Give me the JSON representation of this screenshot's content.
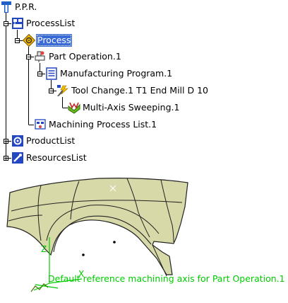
{
  "tree": {
    "root": {
      "label": "P.P.R.",
      "icon": "ppr-root-icon"
    },
    "process_list": {
      "label": "ProcessList",
      "icon": "process-list-icon"
    },
    "process": {
      "label": "Process",
      "icon": "process-icon",
      "selected": true
    },
    "part_operation": {
      "label": "Part Operation.1",
      "icon": "part-operation-icon"
    },
    "manufacturing_program": {
      "label": "Manufacturing Program.1",
      "icon": "manufacturing-program-icon"
    },
    "tool_change": {
      "label": "Tool Change.1  T1 End Mill D 10",
      "icon": "tool-change-icon"
    },
    "multi_axis_sweeping": {
      "label": "Multi-Axis Sweeping.1",
      "icon": "multi-axis-sweeping-icon"
    },
    "machining_process_list": {
      "label": "Machining Process List.1",
      "icon": "machining-process-list-icon"
    },
    "product_list": {
      "label": "ProductList",
      "icon": "product-list-icon"
    },
    "resources_list": {
      "label": "ResourcesList",
      "icon": "resources-list-icon"
    }
  },
  "viewport": {
    "axis_z_label": "Z",
    "axis_x_label": "X",
    "reference_label": "Default reference machining axis for Part Operation.1"
  },
  "colors": {
    "selection": "#3a6ad8",
    "axis": "#00cc00",
    "surface": "#d8d9a8",
    "surface_edge": "#222222"
  }
}
